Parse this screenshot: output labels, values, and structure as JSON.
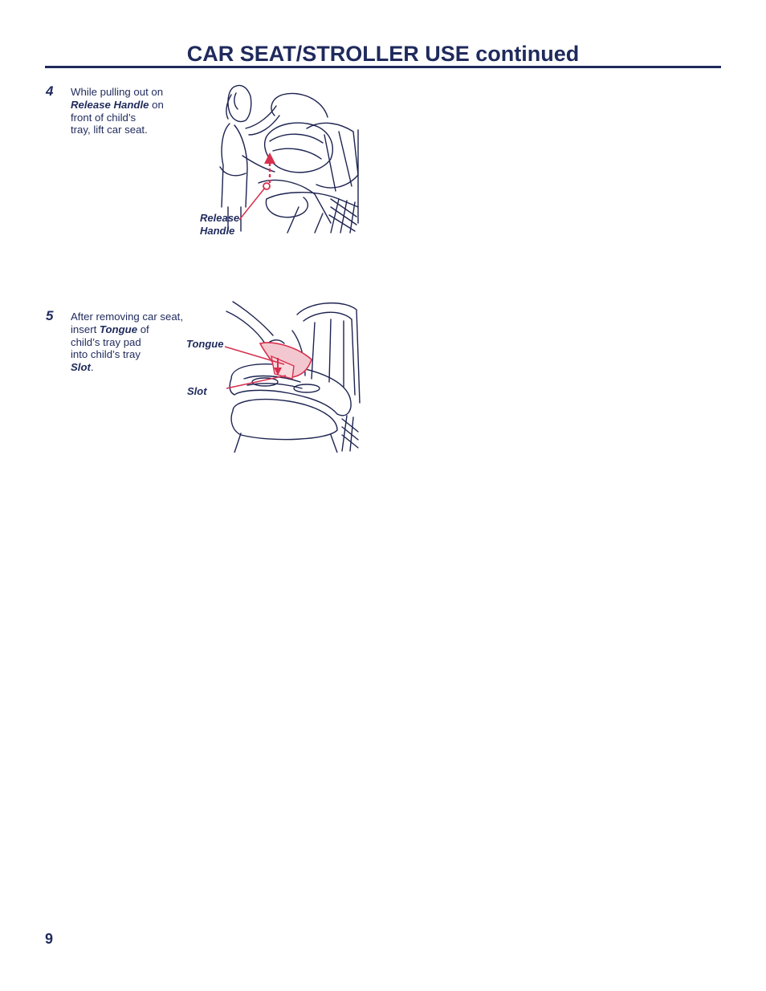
{
  "header": {
    "title": "CAR SEAT/STROLLER USE continued"
  },
  "steps": [
    {
      "number": "4",
      "line1": "While pulling out on",
      "em1": "Release Handle",
      "line2_rest": " on",
      "line3": "front of child’s",
      "line4": "tray, lift car seat.",
      "callouts": {
        "release_1": "Release",
        "release_2": "Handle"
      }
    },
    {
      "number": "5",
      "line1": "After removing car seat,",
      "line2_pre": "insert ",
      "em1": "Tongue",
      "line2_post": " of",
      "line3": "child’s tray pad",
      "line4": "into  child’s tray",
      "em2": "Slot",
      "line5_post": ".",
      "callouts": {
        "tongue": "Tongue",
        "slot": "Slot"
      }
    }
  ],
  "footer": {
    "page_number": "9"
  },
  "colors": {
    "ink": "#1f2a5c",
    "accent": "#d72f4e",
    "line_art": "#1d2350"
  }
}
